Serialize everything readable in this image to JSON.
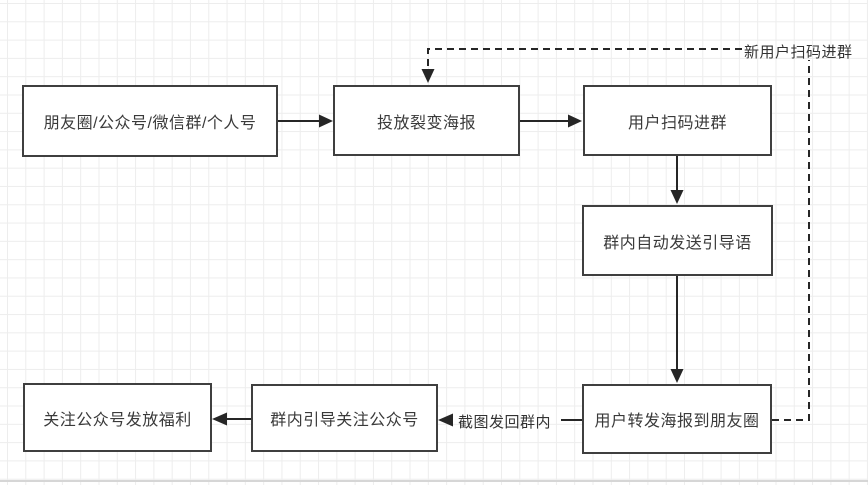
{
  "diagram": {
    "nodes": [
      {
        "id": "channels",
        "label": "朋友圈/公众号/微信群/个人号"
      },
      {
        "id": "deploy-poster",
        "label": "投放裂变海报"
      },
      {
        "id": "scan-join",
        "label": "用户扫码进群"
      },
      {
        "id": "auto-message",
        "label": "群内自动发送引导语"
      },
      {
        "id": "forward-poster",
        "label": "用户转发海报到朋友圈"
      },
      {
        "id": "guide-follow",
        "label": "群内引导关注公众号"
      },
      {
        "id": "welfare",
        "label": "关注公众号发放福利"
      }
    ],
    "edges": [
      {
        "from": "channels",
        "to": "deploy-poster",
        "style": "solid",
        "label": ""
      },
      {
        "from": "deploy-poster",
        "to": "scan-join",
        "style": "solid",
        "label": ""
      },
      {
        "from": "scan-join",
        "to": "auto-message",
        "style": "solid",
        "label": ""
      },
      {
        "from": "auto-message",
        "to": "forward-poster",
        "style": "solid",
        "label": ""
      },
      {
        "from": "forward-poster",
        "to": "guide-follow",
        "style": "solid",
        "label": "截图发回群内"
      },
      {
        "from": "guide-follow",
        "to": "welfare",
        "style": "solid",
        "label": ""
      },
      {
        "from": "forward-poster",
        "to": "deploy-poster",
        "style": "dashed",
        "label": "新用户扫码进群"
      }
    ],
    "colors": {
      "box_border": "#3f3f3f",
      "box_fill": "#ffffff",
      "line": "#262626",
      "text": "#3a3a3a",
      "grid": "#ededed",
      "background": "#ffffff"
    }
  }
}
